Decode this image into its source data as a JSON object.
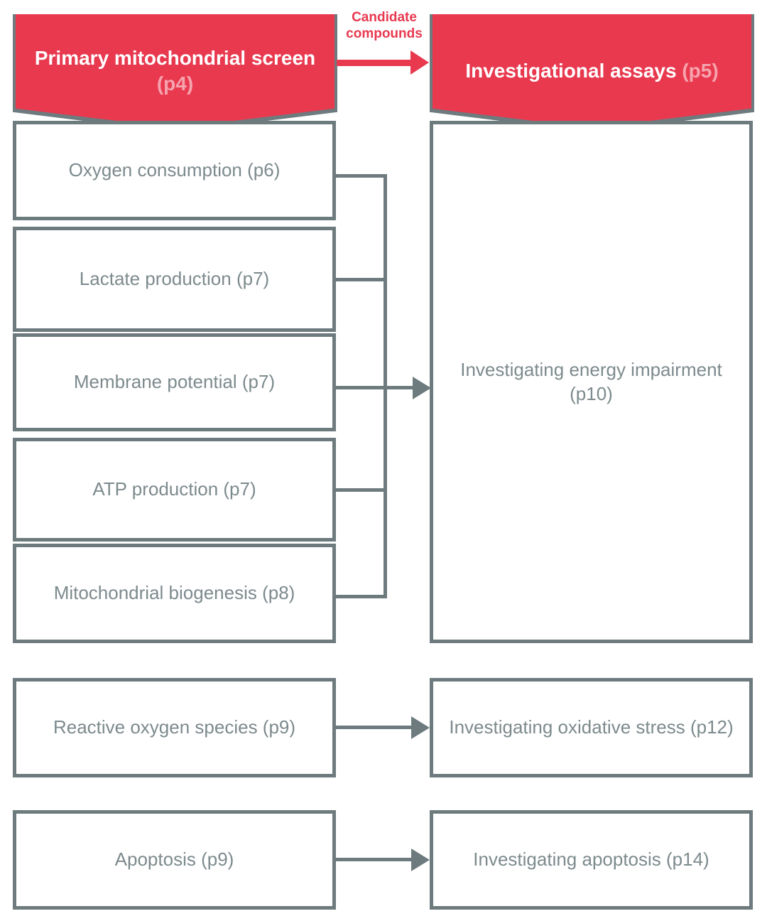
{
  "headers": {
    "left": {
      "title": "Primary mitochondrial screen",
      "page": "(p4)"
    },
    "right": {
      "title": "Investigational assays",
      "page": "(p5)"
    }
  },
  "flow_label": {
    "line1": "Candidate",
    "line2": "compounds"
  },
  "screen_assays": [
    {
      "label": "Oxygen consumption (p6)"
    },
    {
      "label": "Lactate production (p7)"
    },
    {
      "label": "Membrane potential (p7)"
    },
    {
      "label": "ATP production (p7)"
    },
    {
      "label": "Mitochondrial biogenesis (p8)"
    }
  ],
  "investigational": [
    {
      "label": "Investigating energy impairment (p10)"
    }
  ],
  "extra_rows": [
    {
      "source": "Reactive oxygen species (p9)",
      "target": "Investigating oxidative stress (p12)"
    },
    {
      "source": "Apoptosis (p9)",
      "target": "Investigating apoptosis (p14)"
    }
  ],
  "colors": {
    "brand_red": "#E8394F",
    "accent_pink": "#F6A3AE",
    "outline_gray": "#6E7B7E",
    "text_gray": "#7D8A8D",
    "background": "#FFFFFF"
  }
}
